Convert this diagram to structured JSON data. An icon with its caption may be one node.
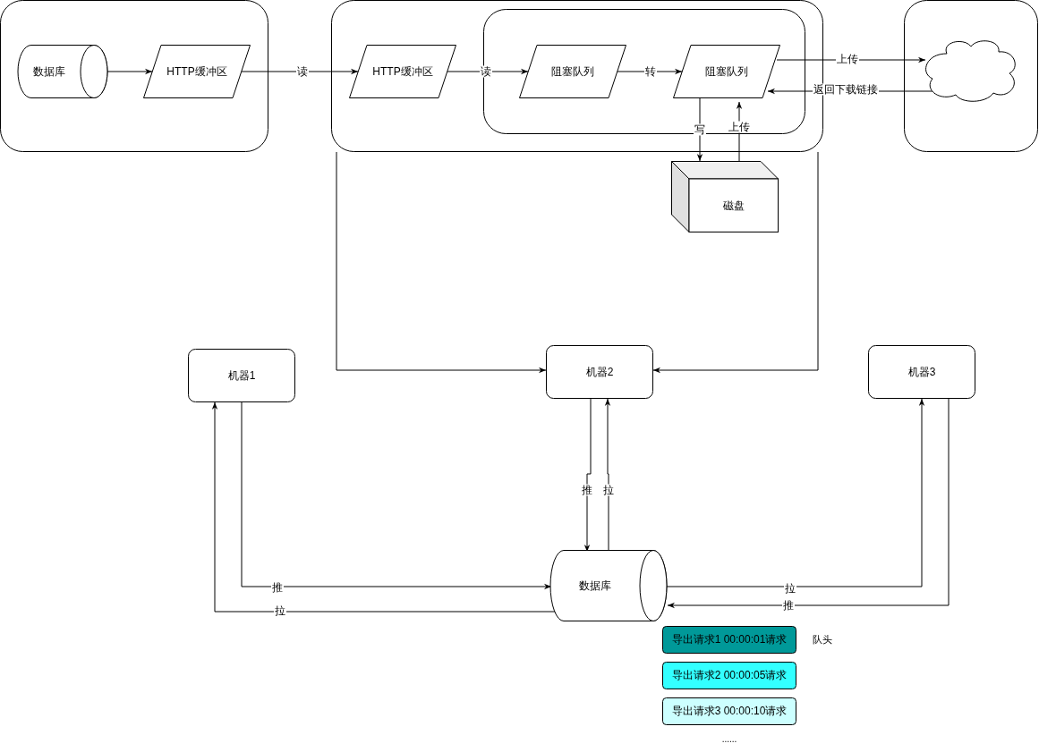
{
  "diagram": {
    "nodes": [
      {
        "text": [],
        "shape": "box"
      },
      {
        "text": [
          "数据库"
        ],
        "in": 0
      },
      {
        "text": [
          "HTTP缓冲区"
        ],
        "in": 0
      },
      {
        "text": [],
        "shape": "box"
      },
      {
        "text": [
          "HTTP缓冲区"
        ],
        "in": 3
      },
      {
        "text": [],
        "shape": "box",
        "in": 3
      },
      {
        "text": [
          "阻塞队列"
        ],
        "in": 5
      },
      {
        "text": [
          "阻塞队列"
        ],
        "in": 5
      },
      {
        "text": [],
        "shape": "box"
      },
      {
        "text": [],
        "shape": "cloud",
        "in": 8
      },
      {
        "text": [
          "磁盘"
        ]
      },
      {
        "text": [
          "机器1"
        ]
      },
      {
        "text": [
          "机器2"
        ]
      },
      {
        "text": [
          "机器3"
        ]
      },
      {
        "text": [
          "数据库"
        ]
      },
      {
        "text": [
          "导出请求1 00:00:01请求"
        ],
        "beside": [
          "队头"
        ]
      },
      {
        "text": [
          "导出请求2 00:00:05请求"
        ]
      },
      {
        "text": [
          "导出请求3 00:00:10请求"
        ]
      }
    ],
    "edges": [
      {
        "from": 1,
        "to": 2,
        "arrow": "to"
      },
      {
        "from": 2,
        "to": 4,
        "arrow": "to",
        "label": "读"
      },
      {
        "from": 4,
        "to": 6,
        "arrow": "to",
        "label": "读"
      },
      {
        "from": 6,
        "to": 7,
        "arrow": "to",
        "label": "转"
      },
      {
        "from": 7,
        "to": 9,
        "arrow": "to",
        "label": "上传"
      },
      {
        "from": 9,
        "to": 7,
        "arrow": "to",
        "label": "返回下载链接"
      },
      {
        "from": 7,
        "to": 10,
        "arrow": "to",
        "label": "写"
      },
      {
        "from": 10,
        "to": 7,
        "arrow": "to",
        "label": "上传"
      },
      {
        "from": 3,
        "to": 12,
        "arrow": "to"
      },
      {
        "from": 3,
        "to": 12,
        "arrow": "to"
      },
      {
        "from": 11,
        "to": 14,
        "arrow": "to",
        "label": "推"
      },
      {
        "from": 14,
        "to": 11,
        "arrow": "to",
        "label": "拉"
      },
      {
        "from": 12,
        "to": 14,
        "arrow": "to",
        "label": "推"
      },
      {
        "from": 14,
        "to": 12,
        "arrow": "to",
        "label": "拉"
      },
      {
        "from": 14,
        "to": 13,
        "arrow": "to",
        "label": "拉"
      },
      {
        "from": 13,
        "to": 14,
        "arrow": "to",
        "label": "推"
      }
    ],
    "labels": [
      "......"
    ]
  }
}
